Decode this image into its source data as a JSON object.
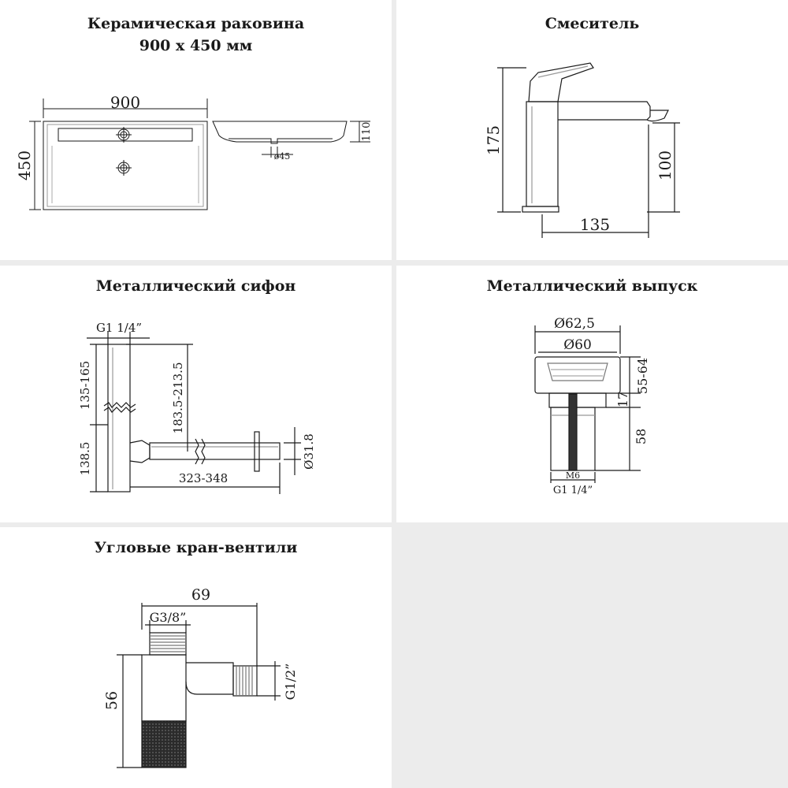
{
  "sink": {
    "title_line1": "Керамическая раковина",
    "title_line2": "900 x 450 мм",
    "dim_width": "900",
    "dim_depth": "450",
    "dim_height": "110",
    "dim_drain": "ø45"
  },
  "faucet": {
    "title": "Смеситель",
    "dim_height": "175",
    "dim_spout_height": "100",
    "dim_reach": "135"
  },
  "siphon": {
    "title": "Металлический сифон",
    "dim_thread": "G1 1/4”",
    "dim_upper": "135-165",
    "dim_lower": "138.5",
    "dim_vertical": "183.5-213.5",
    "dim_horizontal": "323-348",
    "dim_pipe": "Ø31.8"
  },
  "drain": {
    "title": "Металлический выпуск",
    "dim_outer": "Ø62,5",
    "dim_inner": "Ø60",
    "dim_flange": "17",
    "dim_range": "55-64",
    "dim_body": "58",
    "dim_screw": "M6",
    "dim_thread": "G1 1/4”"
  },
  "valve": {
    "title": "Угловые кран-вентили",
    "dim_length": "69",
    "dim_inlet": "G3/8”",
    "dim_outlet": "G1/2”",
    "dim_height": "56"
  }
}
